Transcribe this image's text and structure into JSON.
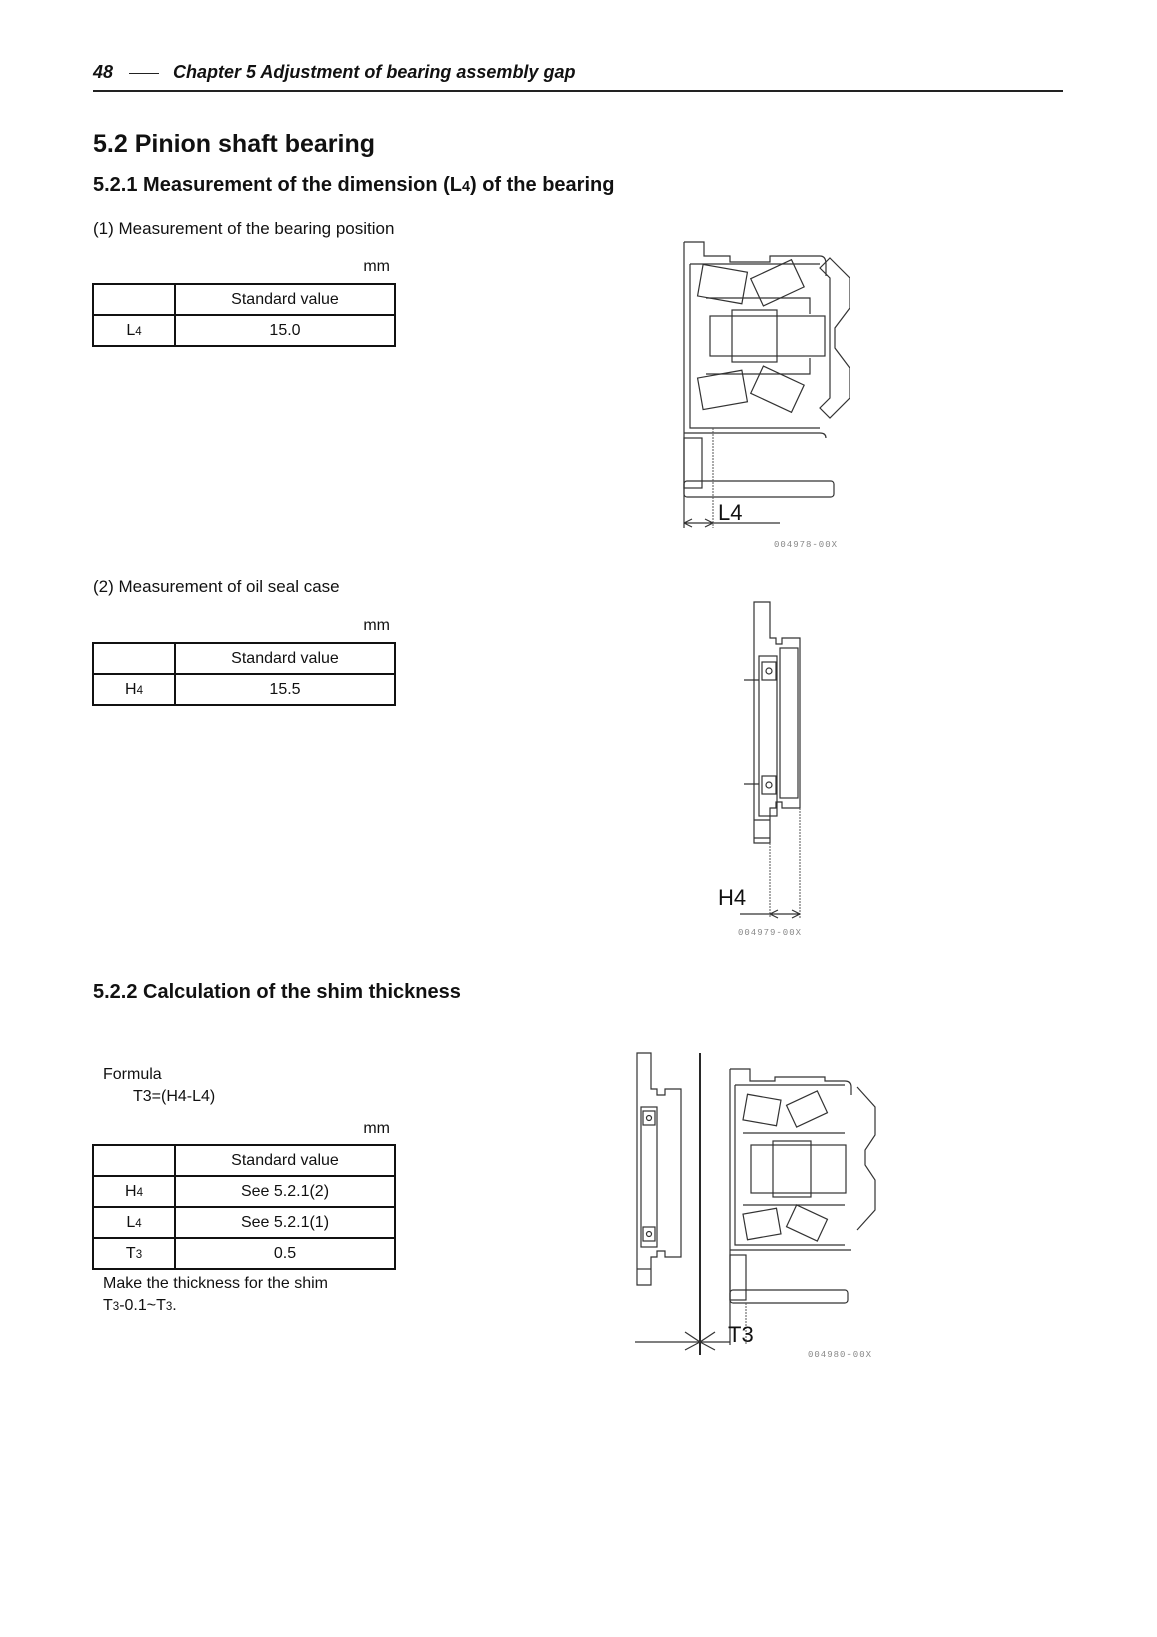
{
  "header": {
    "page_number": "48",
    "chapter_title": "Chapter 5  Adjustment of bearing assembly gap"
  },
  "section": {
    "title": "5.2 Pinion shaft bearing"
  },
  "subsection_1": {
    "title_prefix": "5.2.1 Measurement of the dimension (L",
    "title_sub": "4",
    "title_suffix": ") of the bearing",
    "item_1": {
      "label": "(1)  Measurement of the bearing position",
      "unit": "mm",
      "table": {
        "header": [
          "",
          "Standard value"
        ],
        "rows": [
          {
            "key": "L",
            "key_sub": "4",
            "value": "15.0"
          }
        ]
      },
      "figure": {
        "dim_label": "L4",
        "figure_id": "004978-00X"
      }
    },
    "item_2": {
      "label": "(2)  Measurement of oil seal case",
      "unit": "mm",
      "table": {
        "header": [
          "",
          "Standard value"
        ],
        "rows": [
          {
            "key": "H",
            "key_sub": "4",
            "value": "15.5"
          }
        ]
      },
      "figure": {
        "dim_label": "H4",
        "figure_id": "004979-00X"
      }
    }
  },
  "subsection_2": {
    "title": "5.2.2 Calculation of the shim thickness",
    "formula_label": "Formula",
    "formula": "T3=(H4-L4)",
    "unit": "mm",
    "table": {
      "header": [
        "",
        "Standard value"
      ],
      "rows": [
        {
          "key": "H",
          "key_sub": "4",
          "value": "See 5.2.1(2)"
        },
        {
          "key": "L",
          "key_sub": "4",
          "value": "See 5.2.1(1)"
        },
        {
          "key": "T",
          "key_sub": "3",
          "value": "0.5"
        }
      ]
    },
    "note_line_1": "Make the thickness for the shim",
    "note_line_2_a": "T",
    "note_line_2_a_sub": "3",
    "note_line_2_b": "-0.1~T",
    "note_line_2_b_sub": "3",
    "note_line_2_c": ".",
    "figure": {
      "dim_label": "T3",
      "figure_id": "004980-00X"
    }
  }
}
